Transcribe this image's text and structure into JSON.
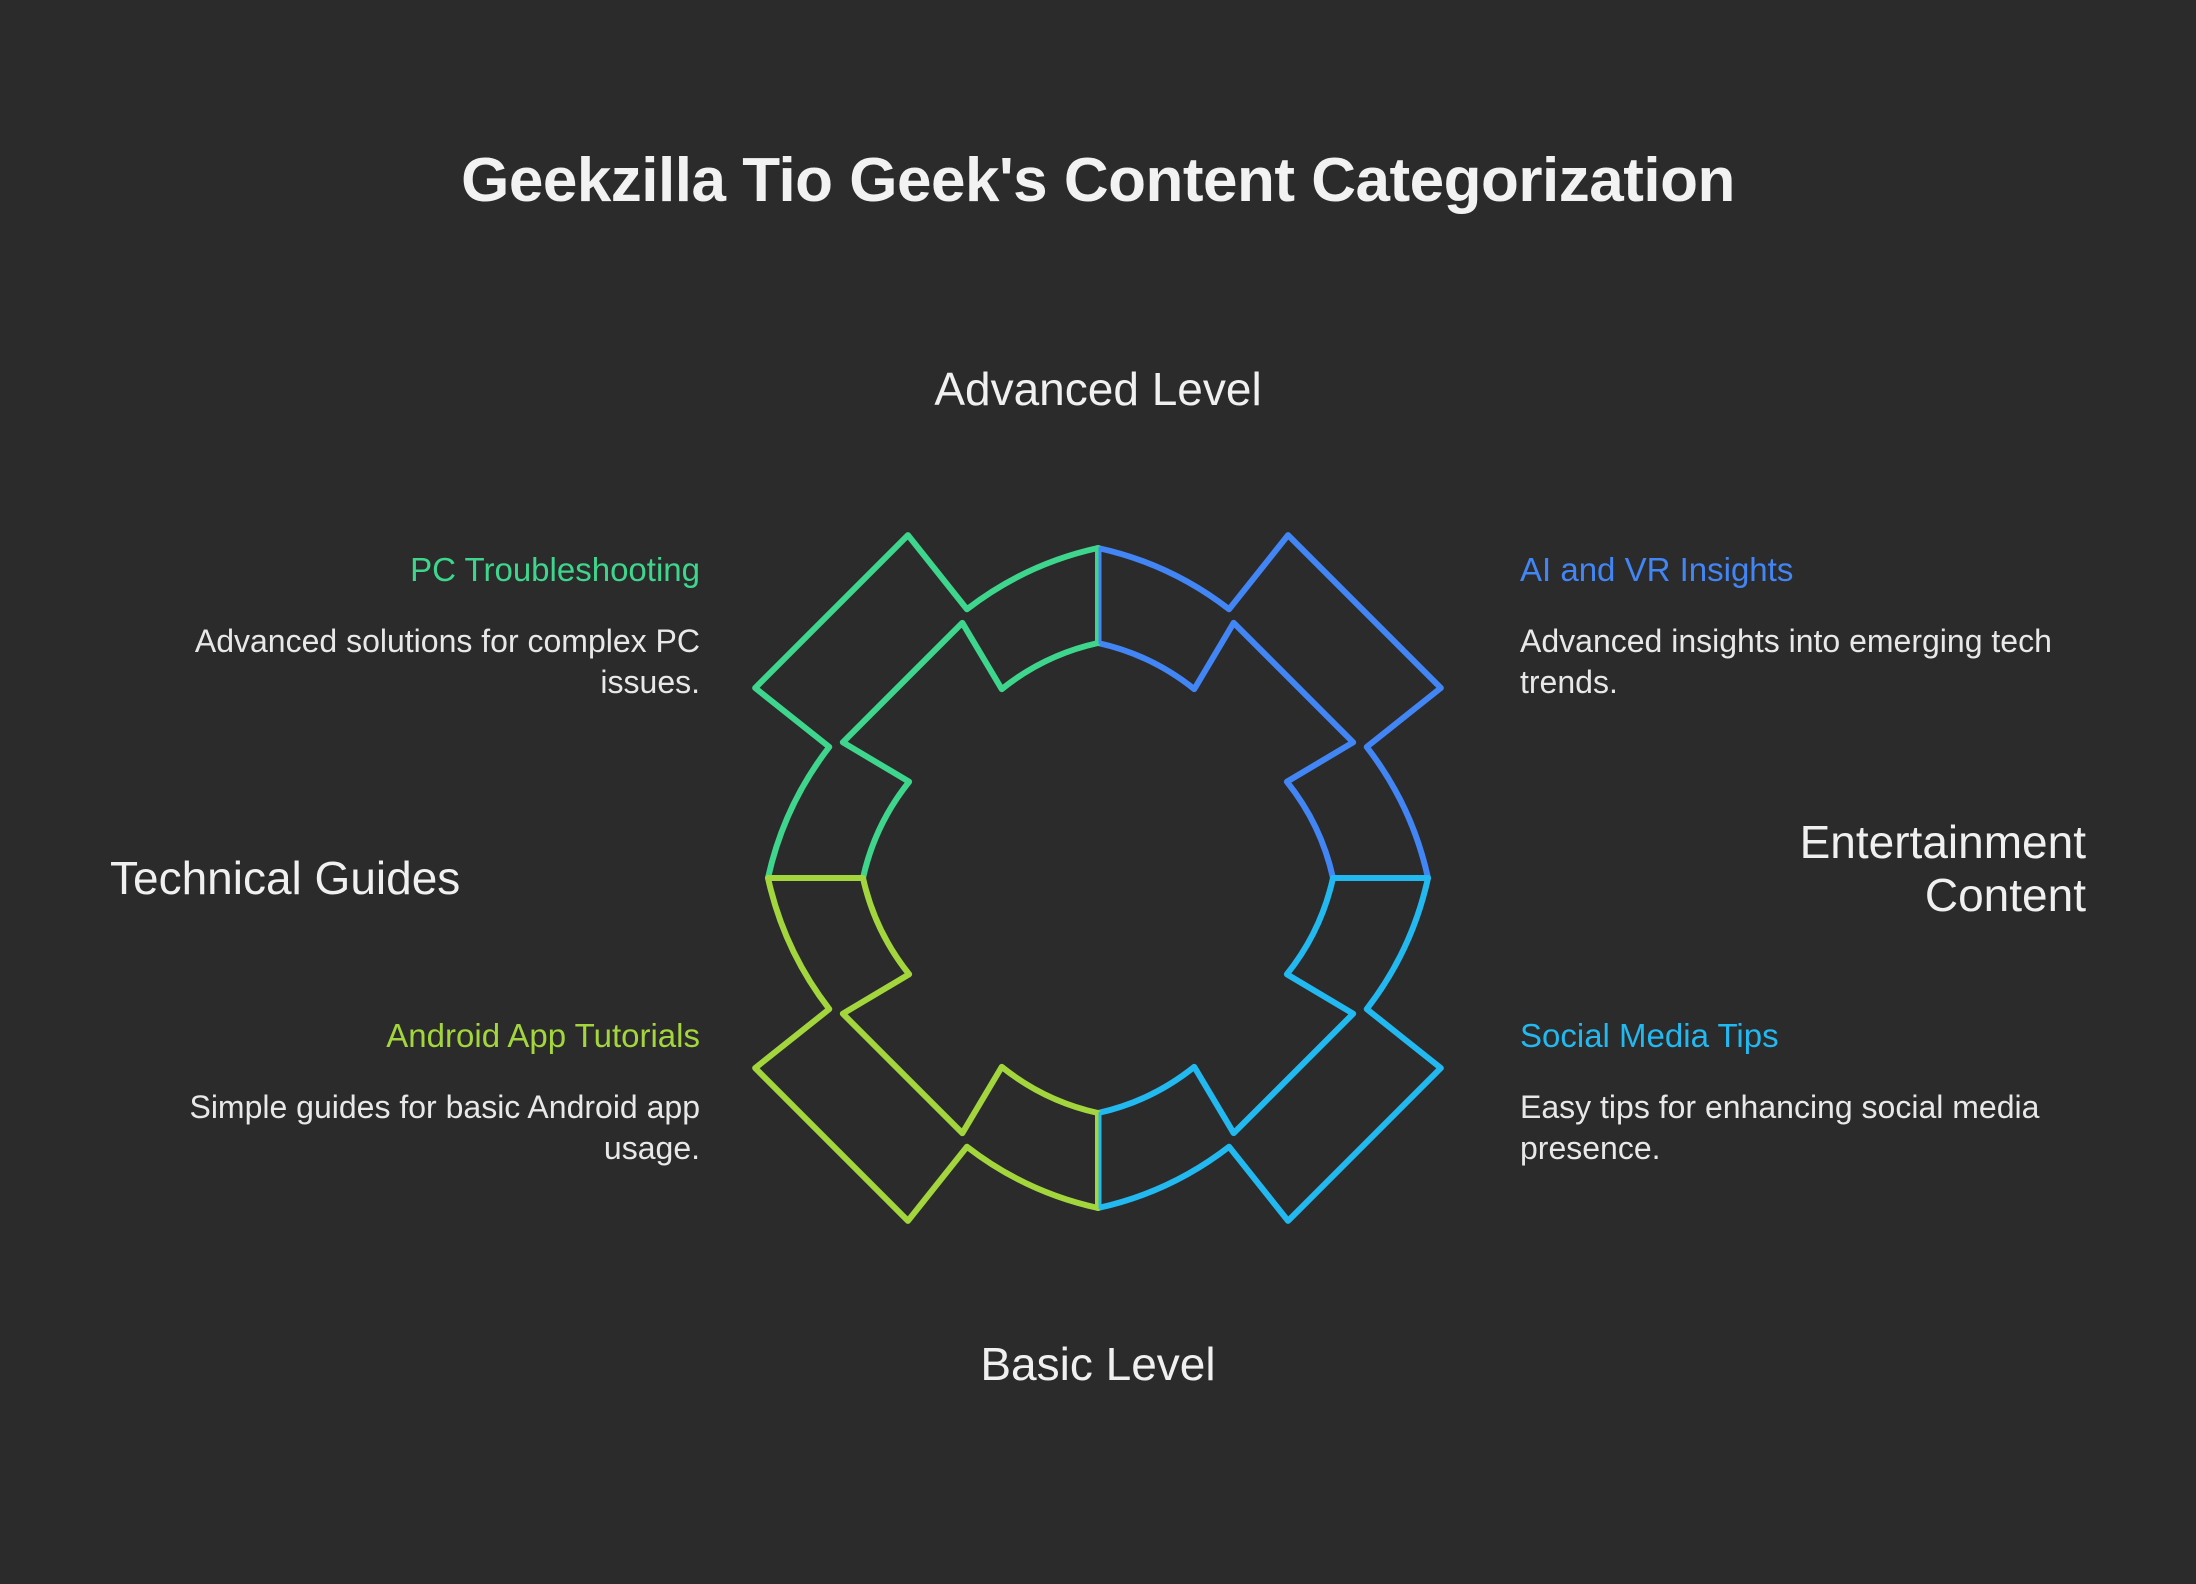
{
  "page": {
    "background_color": "#2b2b2b",
    "title": "Geekzilla Tio Geek's Content Categorization"
  },
  "levels": {
    "top": "Advanced Level",
    "bottom": "Basic Level"
  },
  "categories": {
    "left": "Technical Guides",
    "right_line1": "Entertainment",
    "right_line2": "Content"
  },
  "items": [
    {
      "id": "pc-troubleshooting",
      "title": "PC Troubleshooting",
      "description": "Advanced solutions for complex PC issues.",
      "color": "#3DD68C",
      "side": "left",
      "level": "Advanced Level",
      "category": "Technical Guides"
    },
    {
      "id": "ai-and-vr-insights",
      "title": "AI and VR Insights",
      "description": "Advanced insights into emerging tech trends.",
      "color": "#4285F4",
      "side": "right",
      "level": "Advanced Level",
      "category": "Entertainment Content"
    },
    {
      "id": "android-app-tutorials",
      "title": "Android App Tutorials",
      "description": "Simple guides for basic Android app usage.",
      "color": "#A2D63C",
      "side": "left",
      "level": "Basic Level",
      "category": "Technical Guides"
    },
    {
      "id": "social-media-tips",
      "title": "Social Media Tips",
      "description": "Easy tips for enhancing social media presence.",
      "color": "#22B8F0",
      "side": "right",
      "level": "Basic Level",
      "category": "Entertainment Content"
    }
  ],
  "diagram": {
    "type": "segmented-gear-ring",
    "quadrants": [
      {
        "name": "top-left",
        "color": "#3DD68C",
        "item": "PC Troubleshooting"
      },
      {
        "name": "top-right",
        "color": "#4285F4",
        "item": "AI and VR Insights"
      },
      {
        "name": "bottom-left",
        "color": "#A2D63C",
        "item": "Android App Tutorials"
      },
      {
        "name": "bottom-right",
        "color": "#22B8F0",
        "item": "Social Media Tips"
      }
    ],
    "rings": 2,
    "stroke_width": 6
  }
}
